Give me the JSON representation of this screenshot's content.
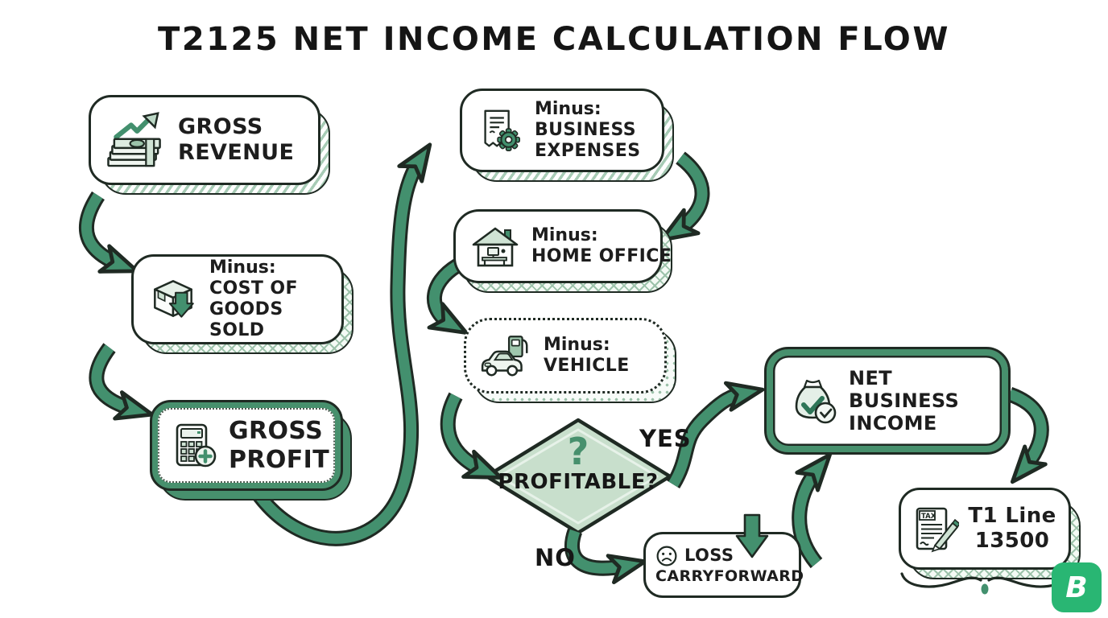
{
  "header": {
    "title": "T2125 NET INCOME CALCULATION FLOW"
  },
  "nodes": {
    "gross_revenue": {
      "label": "GROSS REVENUE"
    },
    "cost_of_goods_sold": {
      "prefix": "Minus:",
      "label": "COST OF GOODS SOLD"
    },
    "gross_profit": {
      "label": "GROSS PROFIT"
    },
    "business_expenses": {
      "prefix": "Minus:",
      "label": "BUSINESS EXPENSES"
    },
    "home_office": {
      "prefix": "Minus:",
      "label": "HOME OFFICE"
    },
    "vehicle": {
      "prefix": "Minus:",
      "label": "VEHICLE"
    },
    "profitable": {
      "mark": "?",
      "label": "PROFITABLE?"
    },
    "net_business_income": {
      "label": "NET BUSINESS INCOME"
    },
    "loss_carryforward": {
      "label_line1": "LOSS",
      "label_line2": "CARRYFORWARD"
    },
    "t1_line_13500": {
      "label": "T1 Line 13500",
      "doc_tag": "TAX"
    }
  },
  "branch_labels": {
    "yes": "YES",
    "no": "NO"
  },
  "icons": {
    "gross_revenue": "money-growth-icon",
    "cost_of_goods_sold": "package-down-icon",
    "gross_profit": "calculator-plus-icon",
    "business_expenses": "receipt-gear-icon",
    "home_office": "home-office-icon",
    "vehicle": "car-gas-icon",
    "profitable": "question-mark",
    "net_business_income": "money-bag-check-icon",
    "loss_carryforward": "sad-face-icon",
    "t1_line_13500": "tax-document-pencil-icon"
  },
  "branding": {
    "logo_letter": "B",
    "logo_color": "#29b673"
  },
  "colors": {
    "arrow_green": "#43906e",
    "box_green": "#47906d",
    "diamond_fill": "#c8dfcc",
    "outline": "#1f2a23",
    "hatch_green": "#9cc2aa"
  }
}
